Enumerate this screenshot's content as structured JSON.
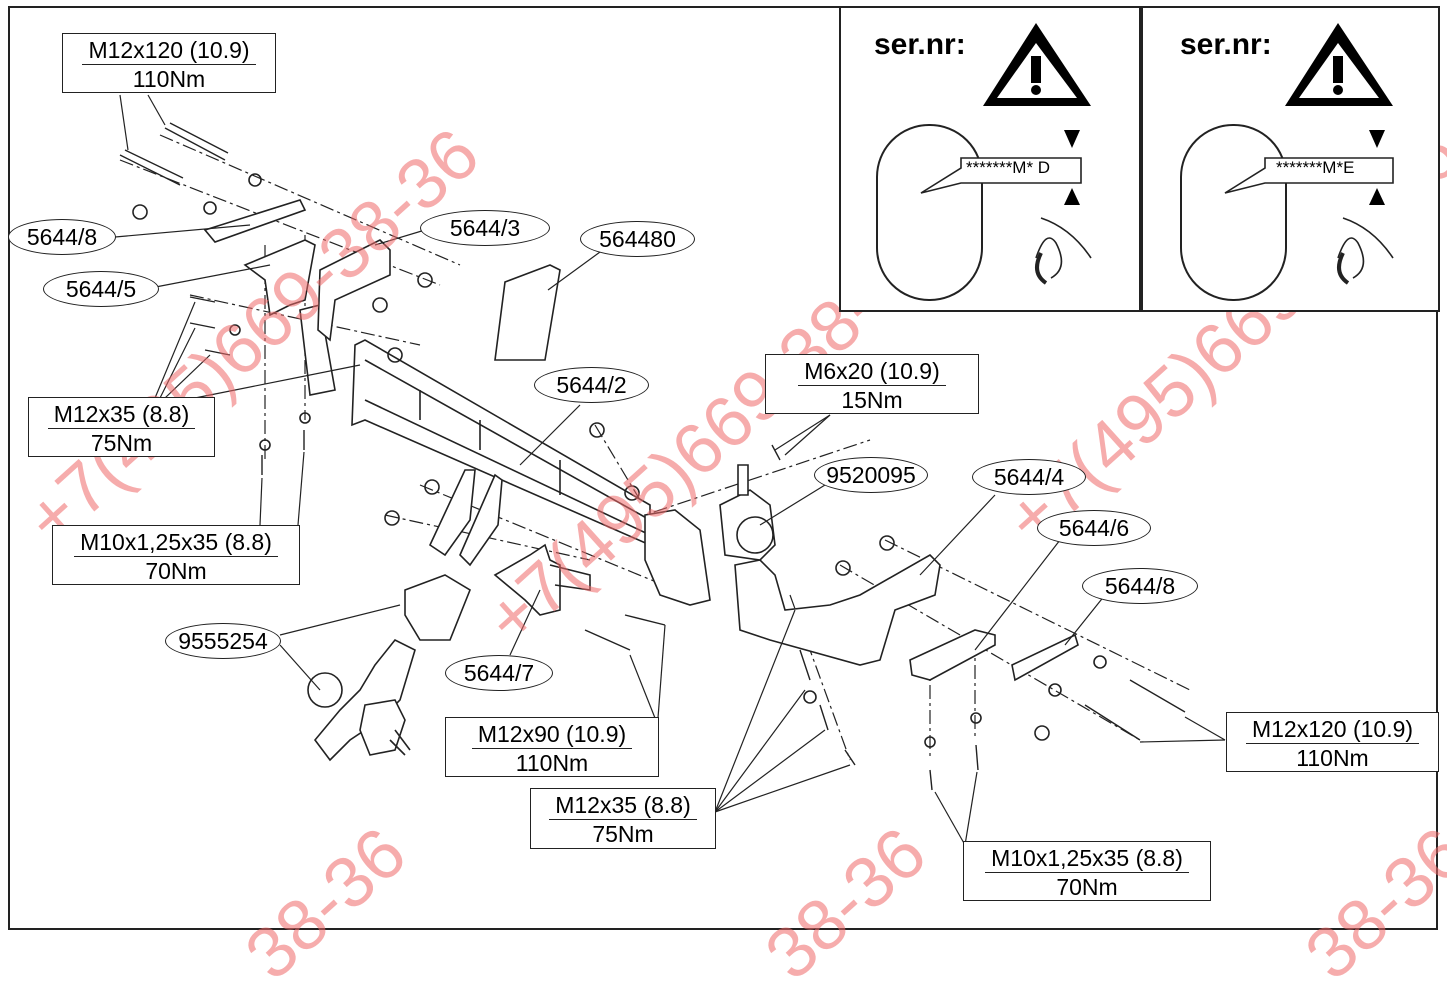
{
  "watermark": "+7(495)669-38-36",
  "watermark_fragment": "38-36",
  "serial_label": "ser.nr:",
  "serial_panels": [
    {
      "code": "*******M* D"
    },
    {
      "code": "*******M*E"
    }
  ],
  "part_labels": {
    "p5644_8_left": "5644/8",
    "p5644_5": "5644/5",
    "p5644_3": "5644/3",
    "p564480": "564480",
    "p5644_2": "5644/2",
    "p9520095": "9520095",
    "p5644_4": "5644/4",
    "p5644_6": "5644/6",
    "p5644_8_right": "5644/8",
    "p9555254": "9555254",
    "p5644_7": "5644/7"
  },
  "fasteners": {
    "top_left": {
      "size": "M12x120 (10.9)",
      "torque": "110Nm"
    },
    "left_m12x35": {
      "size": "M12x35 (8.8)",
      "torque": "75Nm"
    },
    "left_m10": {
      "size": "M10x1,25x35 (8.8)",
      "torque": "70Nm"
    },
    "m6": {
      "size": "M6x20 (10.9)",
      "torque": "15Nm"
    },
    "m12x90": {
      "size": "M12x90 (10.9)",
      "torque": "110Nm"
    },
    "center_m12x35": {
      "size": "M12x35 (8.8)",
      "torque": "75Nm"
    },
    "right_m12x120": {
      "size": "M12x120 (10.9)",
      "torque": "110Nm"
    },
    "right_m10": {
      "size": "M10x1,25x35 (8.8)",
      "torque": "70Nm"
    }
  },
  "colors": {
    "watermark": "#f06a6a",
    "line": "#222222"
  }
}
